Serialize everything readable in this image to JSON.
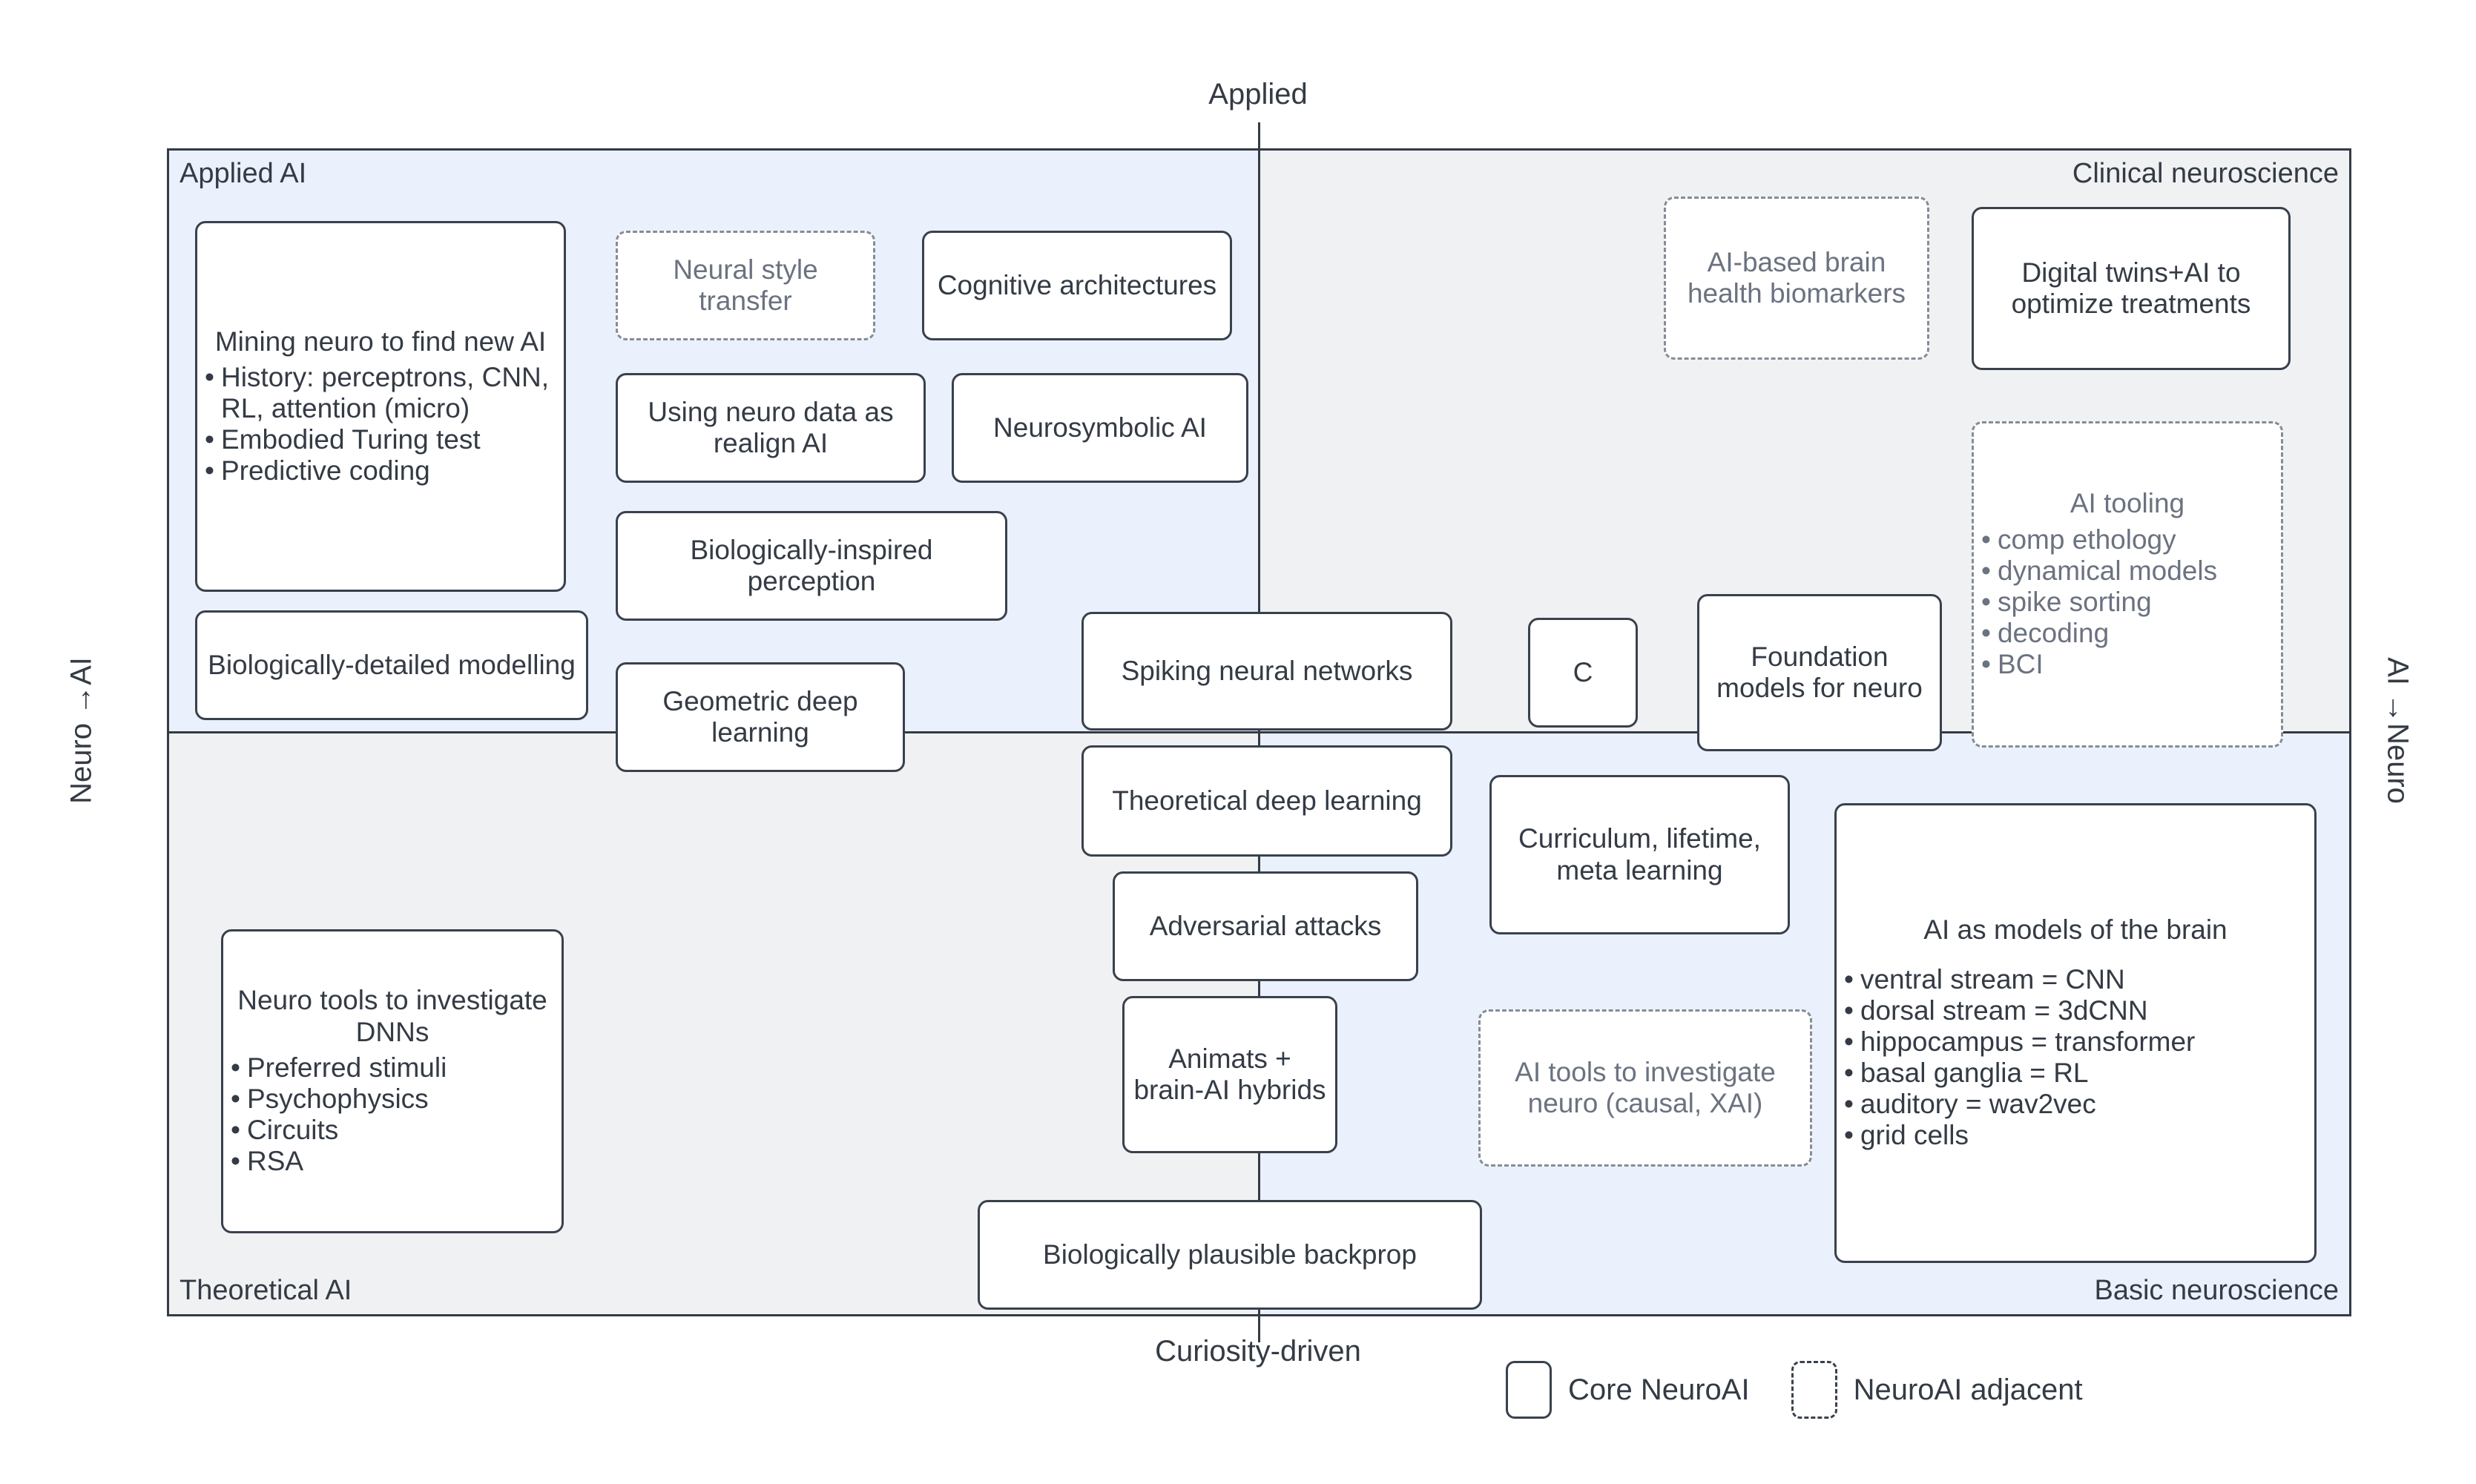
{
  "axes": {
    "top": "Applied",
    "bottom": "Curiosity-driven",
    "left": "Neuro →AI",
    "right": "AI →Neuro"
  },
  "quadrant_labels": {
    "top_left": "Applied AI",
    "top_right": "Clinical neuroscience",
    "bottom_left": "Theoretical AI",
    "bottom_right": "Basic neuroscience"
  },
  "colors": {
    "quad_blue": "#eaf1fc",
    "quad_gray": "#f0f1f2",
    "line": "#343b45",
    "core_border": "#39414d",
    "adjacent_text": "#6b7280"
  },
  "legend": {
    "core_label": "Core NeuroAI",
    "adjacent_label": "NeuroAI adjacent"
  },
  "nodes": [
    {
      "id": "mining-neuro",
      "title": "Mining neuro to find new AI",
      "bullets": [
        "History: perceptrons, CNN, RL, attention (micro)",
        "Embodied Turing test",
        "Predictive coding"
      ],
      "kind": "core"
    },
    {
      "id": "neural-style-transfer",
      "title": "Neural style transfer",
      "bullets": [],
      "kind": "adjacent"
    },
    {
      "id": "cognitive-architectures",
      "title": "Cognitive architectures",
      "bullets": [],
      "kind": "core"
    },
    {
      "id": "using-neuro-data",
      "title": "Using neuro data as realign AI",
      "bullets": [],
      "kind": "core"
    },
    {
      "id": "neurosymbolic-ai",
      "title": "Neurosymbolic AI",
      "bullets": [],
      "kind": "core"
    },
    {
      "id": "bio-inspired-perception",
      "title": "Biologically-inspired perception",
      "bullets": [],
      "kind": "core"
    },
    {
      "id": "bio-detailed-modelling",
      "title": "Biologically-detailed modelling",
      "bullets": [],
      "kind": "core"
    },
    {
      "id": "geometric-deep-learning",
      "title": "Geometric deep learning",
      "bullets": [],
      "kind": "core"
    },
    {
      "id": "ai-brain-health-biomarkers",
      "title": "AI-based brain health biomarkers",
      "bullets": [],
      "kind": "adjacent"
    },
    {
      "id": "digital-twins",
      "title": "Digital twins+AI to optimize treatments",
      "bullets": [],
      "kind": "core"
    },
    {
      "id": "ai-tooling",
      "title": "AI tooling",
      "bullets": [
        "comp ethology",
        "dynamical models",
        "spike sorting",
        "decoding",
        "BCI"
      ],
      "kind": "adjacent"
    },
    {
      "id": "spiking-neural-networks",
      "title": "Spiking neural networks",
      "bullets": [],
      "kind": "core"
    },
    {
      "id": "c-node",
      "title": "C",
      "bullets": [],
      "kind": "core"
    },
    {
      "id": "foundation-models-neuro",
      "title": "Foundation models for neuro",
      "bullets": [],
      "kind": "core"
    },
    {
      "id": "theoretical-deep-learning",
      "title": "Theoretical deep learning",
      "bullets": [],
      "kind": "core"
    },
    {
      "id": "curriculum-lifetime-meta",
      "title": "Curriculum, lifetime, meta learning",
      "bullets": [],
      "kind": "core"
    },
    {
      "id": "adversarial-attacks",
      "title": "Adversarial attacks",
      "bullets": [],
      "kind": "core"
    },
    {
      "id": "neuro-tools-dnns",
      "title": "Neuro tools to investigate DNNs",
      "bullets": [
        "Preferred stimuli",
        "Psychophysics",
        "Circuits",
        "RSA"
      ],
      "kind": "core"
    },
    {
      "id": "animats-hybrids",
      "title": "Animats + brain-AI hybrids",
      "bullets": [],
      "kind": "core"
    },
    {
      "id": "ai-tools-investigate-neuro",
      "title": "AI tools to investigate neuro (causal, XAI)",
      "bullets": [],
      "kind": "adjacent"
    },
    {
      "id": "ai-models-of-brain",
      "title": "AI as models of the brain",
      "bullets": [
        "ventral stream = CNN",
        "dorsal stream = 3dCNN",
        "hippocampus = transformer",
        "basal ganglia = RL",
        "auditory = wav2vec",
        "grid cells"
      ],
      "kind": "core"
    },
    {
      "id": "bio-plausible-backprop",
      "title": "Biologically plausible backprop",
      "bullets": [],
      "kind": "core"
    }
  ]
}
